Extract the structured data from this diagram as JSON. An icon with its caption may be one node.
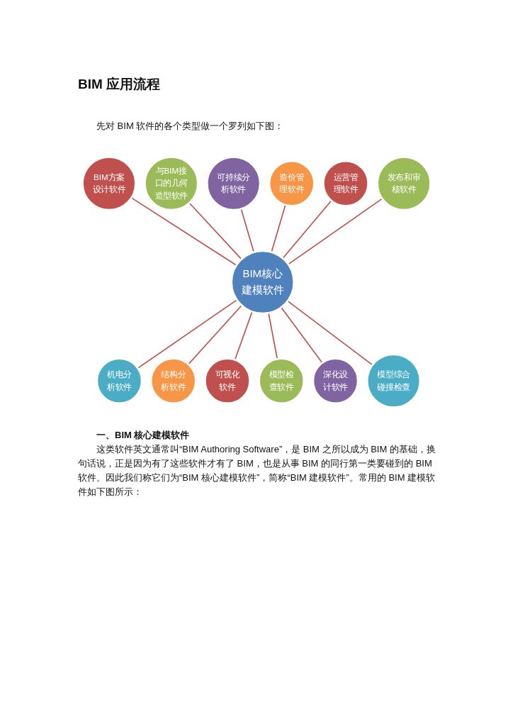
{
  "diagram": {
    "title": "BIM 应用流程",
    "nodes": [
      {
        "text": [
          "BIM核心建模软件"
        ]
      },
      {
        "text": [
          "BIM方案设计软件"
        ]
      },
      {
        "text": [
          "与BIM接口的几何造型软件"
        ]
      },
      {
        "text": [
          "可持续分析软件"
        ]
      },
      {
        "text": [
          "机电分析软件"
        ]
      },
      {
        "text": [
          "结构分析软件"
        ]
      },
      {
        "text": [
          "可视化软件"
        ]
      },
      {
        "text": [
          "模型检查软件"
        ]
      },
      {
        "text": [
          "深化设计软件"
        ]
      },
      {
        "text": [
          "模型综合碰撞检查"
        ]
      },
      {
        "text": [
          "造价管理软件"
        ]
      },
      {
        "text": [
          "运营管理软件"
        ]
      },
      {
        "text": [
          "发布和审核软件"
        ]
      }
    ],
    "edges": [
      {
        "from": 1,
        "to": 0,
        "arrow": "none"
      },
      {
        "from": 2,
        "to": 0,
        "arrow": "none"
      },
      {
        "from": 3,
        "to": 0,
        "arrow": "none"
      },
      {
        "from": 0,
        "to": 4,
        "arrow": "none"
      },
      {
        "from": 0,
        "to": 5,
        "arrow": "none"
      },
      {
        "from": 0,
        "to": 6,
        "arrow": "none"
      },
      {
        "from": 0,
        "to": 7,
        "arrow": "none"
      },
      {
        "from": 0,
        "to": 8,
        "arrow": "none"
      },
      {
        "from": 0,
        "to": 9,
        "arrow": "none"
      },
      {
        "from": 10,
        "to": 0,
        "arrow": "none"
      },
      {
        "from": 11,
        "to": 0,
        "arrow": "none"
      },
      {
        "from": 12,
        "to": 0,
        "arrow": "none"
      }
    ],
    "labels": [
      "先对 BIM 软件的各个类型做一个罗列如下图：",
      "一、BIM 核心建模软件",
      "这类软件英文通常叫“BIM Authoring Software”，是 BIM 之所以成为 BIM 的基础，换句话说，正是因为有了这些软件才有了 BIM，也是从事 BIM 的同行第一类要碰到的 BIM 软件。因此我们称它们为“BIM 核心建模软件”，简称“BIM 建模软件”。常用的 BIM 建模软件如下图所示："
    ]
  }
}
